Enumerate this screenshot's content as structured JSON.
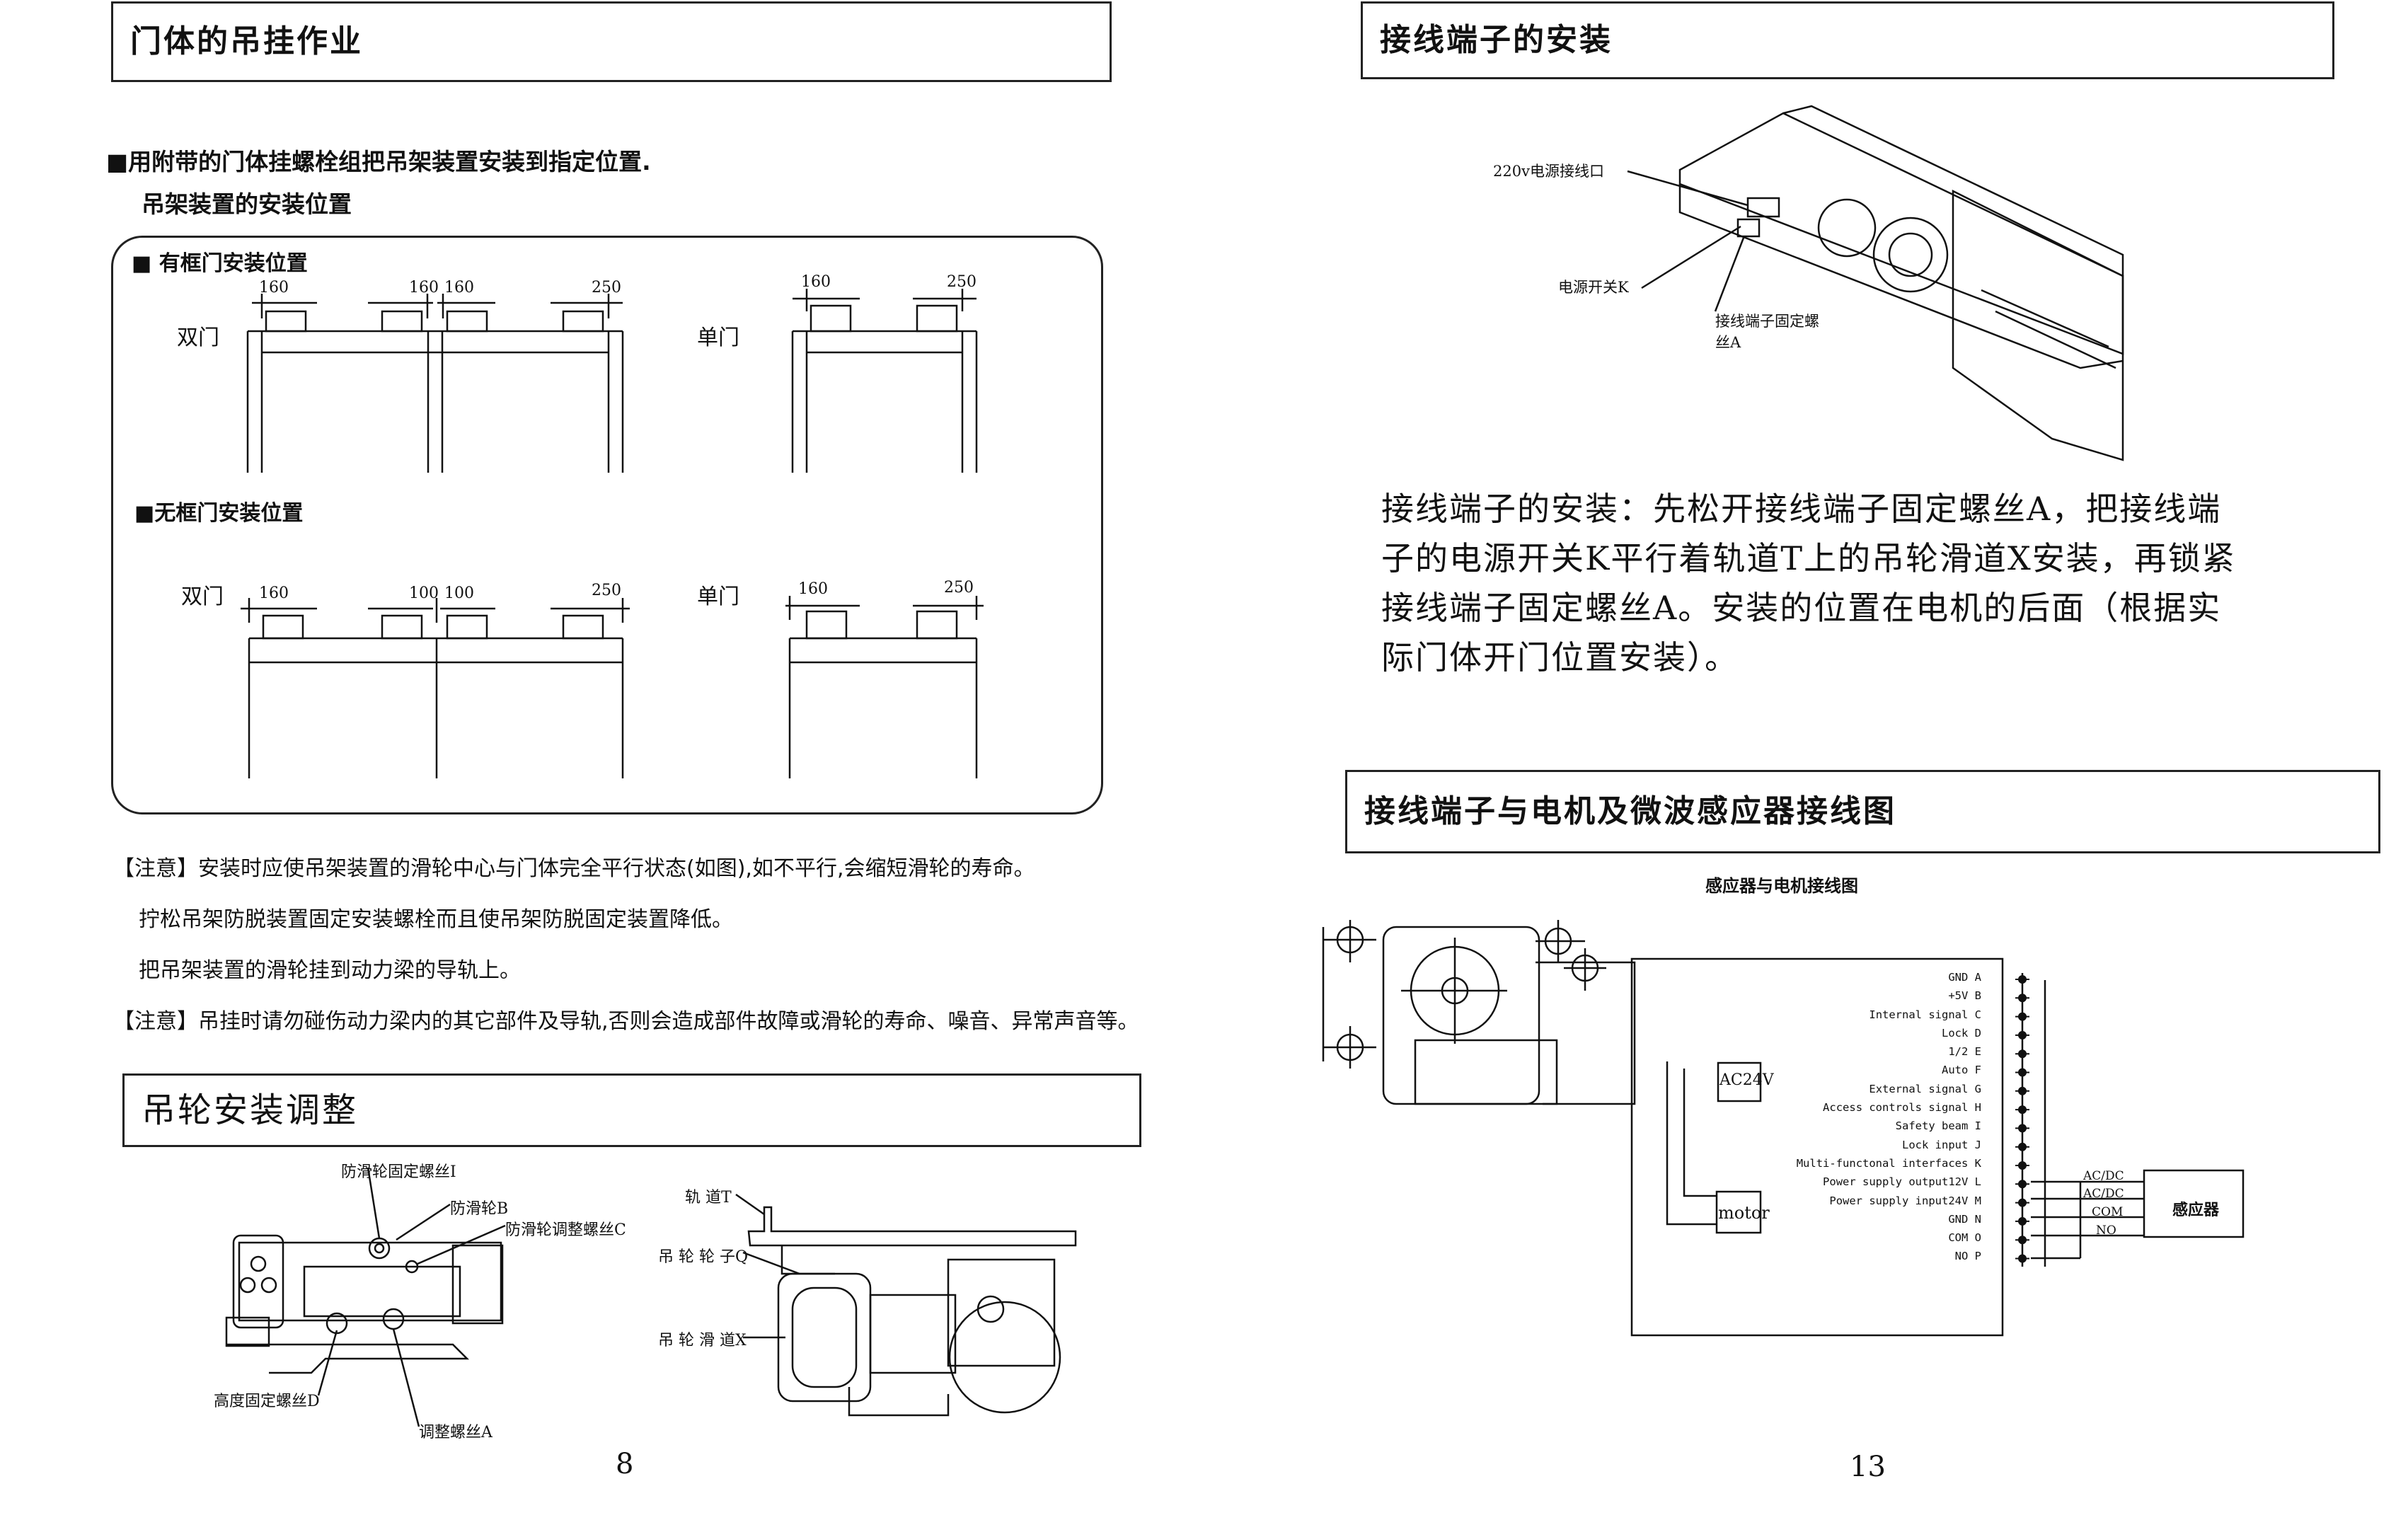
{
  "left": {
    "title": "门体的吊挂作业",
    "instruction": "■用附带的门体挂螺栓组把吊架装置安装到指定位置.",
    "subinstruction": "吊架装置的安装位置",
    "framed": {
      "heading": "■  有框门安装位置",
      "double_label": "双门",
      "single_label": "单门",
      "double_dims": [
        "160",
        "160",
        "160",
        "250"
      ],
      "single_dims": [
        "160",
        "250"
      ]
    },
    "frameless": {
      "heading": "■无框门安装位置",
      "double_label": "双门",
      "single_label": "单门",
      "double_dims": [
        "160",
        "100",
        "100",
        "250"
      ],
      "single_dims": [
        "160",
        "250"
      ]
    },
    "notes": [
      "【注意】安装时应使吊架装置的滑轮中心与门体完全平行状态(如图),如不平行,会缩短滑轮的寿命。",
      "拧松吊架防脱装置固定安装螺栓而且使吊架防脱固定装置降低。",
      "把吊架装置的滑轮挂到动力梁的导轨上。",
      "【注意】吊挂时请勿碰伤动力梁内的其它部件及导轨,否则会造成部件故障或滑轮的寿命、噪音、异常声音等。"
    ],
    "wheel_title": "吊轮安装调整",
    "wheel_labels": {
      "i": "防滑轮固定螺丝I",
      "b": "防滑轮B",
      "c": "防滑轮调整螺丝C",
      "d": "高度固定螺丝D",
      "a": "调整螺丝A",
      "t": "轨 道T",
      "q": "吊 轮 轮 子Q",
      "x": "吊 轮 滑 道X"
    },
    "page_number": "8"
  },
  "right": {
    "title": "接线端子的安装",
    "labels": {
      "power_port": "220v电源接线口",
      "switch": "电源开关K",
      "screw_a_1": "接线端子固定螺",
      "screw_a_2": "丝A"
    },
    "paragraph": [
      "接线端子的安装：先松开接线端子固定螺丝A，把接线端",
      "子的电源开关K平行着轨道T上的吊轮滑道X安装，再锁紧",
      "接线端子固定螺丝A。安装的位置在电机的后面（根据实",
      "际门体开门位置安装）。"
    ],
    "wiring_title": "接线端子与电机及微波感应器接线图",
    "diagram_caption": "感应器与电机接线图",
    "ac_label": "AC24V",
    "motor_label": "motor",
    "terminals": [
      "GND A",
      "+5V B",
      "Internal signal C",
      "Lock D",
      "1/2 E",
      "Auto F",
      "External signal G",
      "Access controls signal H",
      "Safety beam I",
      "Lock input J",
      "Multi-functonal interfaces K",
      "Power supply output12V L",
      "Power supply input24V M",
      "GND N",
      "COM O",
      "NO P"
    ],
    "sensor_wires": [
      "AC/DC",
      "AC/DC",
      "COM",
      "NO"
    ],
    "sensor_label": "感应器",
    "page_number": "13"
  }
}
